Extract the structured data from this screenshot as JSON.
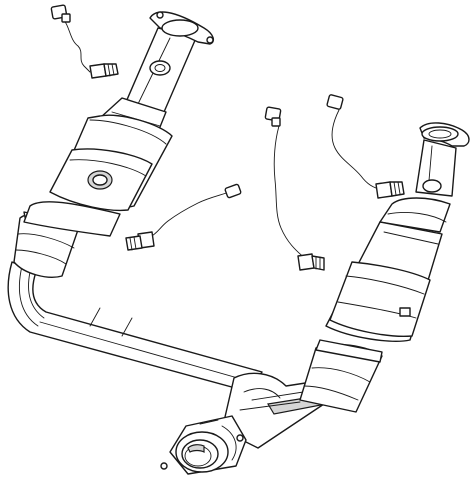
{
  "diagram": {
    "components": [
      {
        "id": "left-catalytic-converter",
        "icon": "catalytic-converter-icon"
      },
      {
        "id": "right-catalytic-converter",
        "icon": "catalytic-converter-icon"
      },
      {
        "id": "y-pipe",
        "icon": "exhaust-pipe-icon"
      },
      {
        "id": "outlet-flange",
        "icon": "flange-icon"
      },
      {
        "id": "oxygen-sensor-1",
        "icon": "oxygen-sensor-icon"
      },
      {
        "id": "oxygen-sensor-2",
        "icon": "oxygen-sensor-icon"
      },
      {
        "id": "oxygen-sensor-3",
        "icon": "oxygen-sensor-icon"
      },
      {
        "id": "oxygen-sensor-4",
        "icon": "oxygen-sensor-icon"
      }
    ],
    "colors": {
      "stroke": "#1a1a1a",
      "fill": "#ffffff",
      "shade": "#d6d6d6"
    }
  }
}
